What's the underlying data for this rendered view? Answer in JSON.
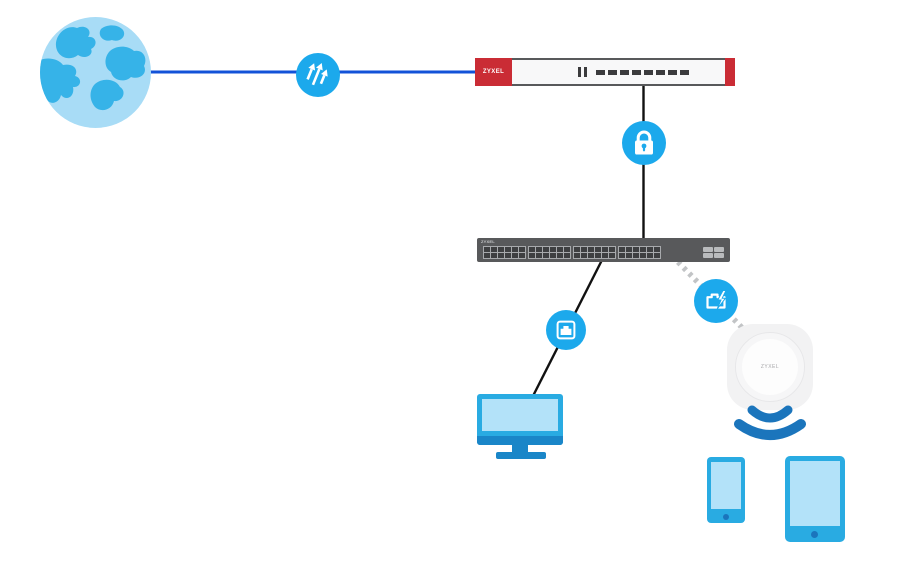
{
  "nodes": {
    "internet": {
      "icon": "globe-icon"
    },
    "wan_link": {
      "icon": "speed-arrows-icon"
    },
    "firewall": {
      "brand": "ZYXEL",
      "icon": "firewall-device",
      "led_bars": 2,
      "led_dashes": 8
    },
    "secure_link": {
      "icon": "lock-icon"
    },
    "switch": {
      "brand": "ZYXEL",
      "icon": "switch-device",
      "port_groups": 4,
      "ports_per_group": 12,
      "uplink_ports": 4
    },
    "lan_link": {
      "icon": "ethernet-port-icon"
    },
    "poe_link": {
      "icon": "poe-power-icon"
    },
    "access_point": {
      "brand": "ZYXEL",
      "icon": "access-point-device"
    },
    "desktop": {
      "icon": "desktop-computer"
    },
    "wifi_signal": {
      "icon": "wifi-signal-icon"
    },
    "phone": {
      "icon": "smartphone"
    },
    "tablet": {
      "icon": "tablet"
    }
  },
  "connections": [
    {
      "from": "internet",
      "to": "firewall",
      "style": "solid-blue"
    },
    {
      "from": "firewall",
      "to": "switch",
      "style": "solid-black"
    },
    {
      "from": "switch",
      "to": "desktop",
      "style": "solid-black"
    },
    {
      "from": "switch",
      "to": "access_point",
      "style": "dashed-gray"
    }
  ],
  "colors": {
    "accent_cyan": "#1CA9EC",
    "globe_light": "#A8DCF6",
    "globe_dark": "#36B3E8",
    "wan_line_blue": "#1252D8",
    "firewall_red": "#CA2C35",
    "device_gray": "#58595B",
    "dashed_gray": "#C2C4C6",
    "wifi_blue": "#1B75BC",
    "client_cyan": "#29ABE2",
    "client_screen": "#B3E2F9",
    "monitor_blue": "#1A86C8"
  }
}
